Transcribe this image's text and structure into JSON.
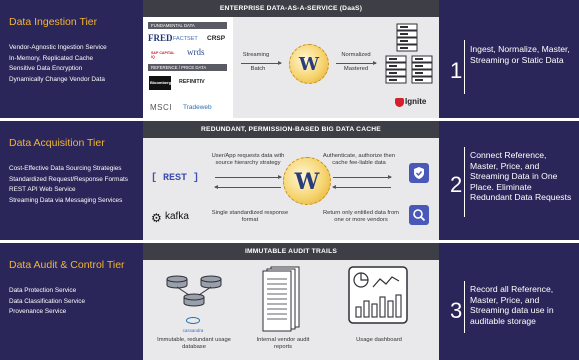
{
  "tiers": [
    {
      "title": "Data Ingestion Tier",
      "bullets": [
        "Vendor-Agnostic Ingestion Service",
        "In-Memory, Replicated Cache",
        "Sensitive Data Encryption",
        "Dynamically Change Vendor Data"
      ],
      "center_title": "ENTERPRISE DATA-AS-A-SERVICE (DaaS)",
      "number": "1",
      "description": "Ingest, Normalize, Master, Streaming or Static Data"
    },
    {
      "title": "Data Acquisition Tier",
      "bullets": [
        "Cost-Effective Data Sourcing Strategies",
        "Standardized Request/Response Formats",
        "REST API Web Service",
        "Streaming Data via Messaging Services"
      ],
      "center_title": "REDUNDANT, PERMISSION-BASED BIG DATA CACHE",
      "number": "2",
      "description": "Connect Reference, Master, Price, and Streaming Data in One Place. Eliminate Redundant Data Requests"
    },
    {
      "title": "Data Audit & Control Tier",
      "bullets": [
        "Data Protection Service",
        "Data Classification Service",
        "Provenance Service"
      ],
      "center_title": "IMMUTABLE AUDIT TRAILS",
      "number": "3",
      "description": "Record all Reference, Master, Price, and Streaming data use in auditable storage"
    }
  ],
  "ingestion": {
    "fundamental_header": "FUNDAMENTAL DATA",
    "reference_header": "REFERENCE / PRICE DATA",
    "fundamental_logos": [
      "FRED",
      "FACTSET",
      "CRSP",
      "S&P CAPITAL IQ",
      "wrds"
    ],
    "reference_logos": [
      "Bloomberg",
      "REFINITIV",
      "MSCI",
      "Tradeweb"
    ],
    "streaming_label": "Streaming",
    "batch_label": "Batch",
    "normalized_label": "Normalized",
    "mastered_label": "Mastered",
    "wlogo_letter": "W",
    "ignite_label": "Ignite"
  },
  "acquisition": {
    "rest_label": "[ REST ]",
    "kafka_label": "kafka",
    "request_text": "User/App requests data with source hierarchy strategy",
    "format_text": "Single standardized response format",
    "auth_text": "Authenticate, authorize then cache fee-liable data",
    "return_text": "Return only entitled data from one or more vendors",
    "wlogo_letter": "W"
  },
  "audit": {
    "cassandra_label": "cassandra",
    "db_caption": "Immutable, redundant usage database",
    "reports_caption": "Internal vendor audit reports",
    "dashboard_caption": "Usage dashboard"
  },
  "colors": {
    "navy": "#2b2659",
    "gold": "#f2b434",
    "band": "#3e3e46",
    "panel": "#e9e9ec",
    "accent_blue": "#3d4fb0"
  }
}
